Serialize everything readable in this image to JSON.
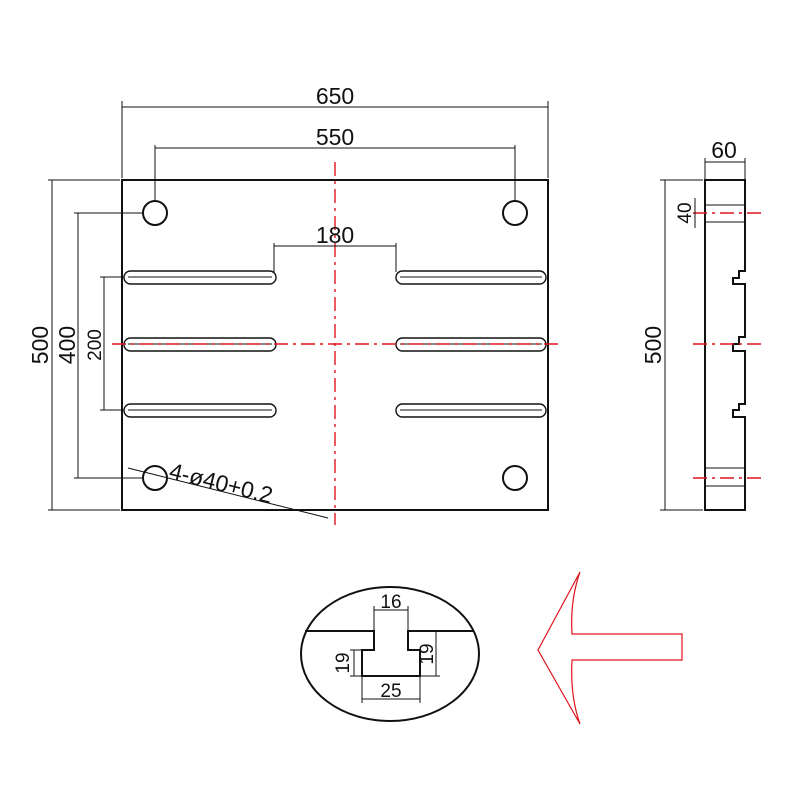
{
  "front_view": {
    "width_label": "650",
    "hole_spacing_label": "550",
    "height_label": "500",
    "hole_vertical_label": "400",
    "slot_spacing_label": "200",
    "slot_gap_label": "180",
    "hole_spec_label": "4-ø40+0.2"
  },
  "side_view": {
    "thickness_label": "60",
    "offset_label": "40",
    "height_label": "500"
  },
  "detail_view": {
    "top_width_label": "16",
    "left_depth_label": "19",
    "right_depth_label": "19",
    "bottom_width_label": "25"
  },
  "colors": {
    "line": "#111111",
    "center_line": "#e0141e",
    "background": "#ffffff"
  }
}
